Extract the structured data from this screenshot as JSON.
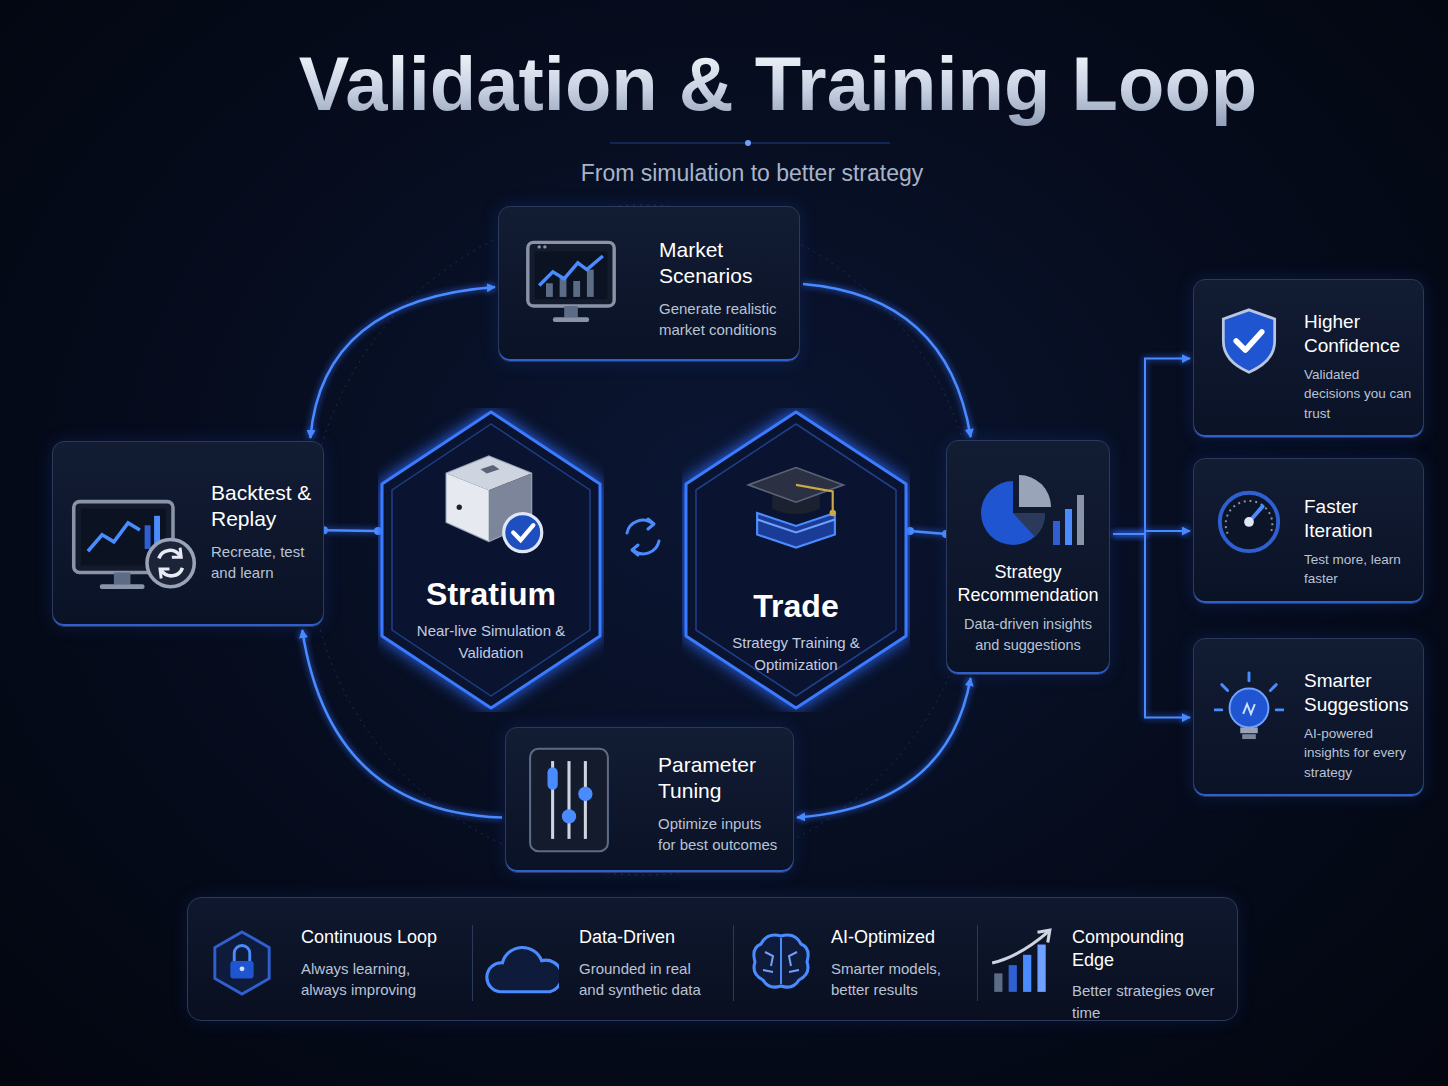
{
  "diagram": {
    "title": "Validation & Training Loop",
    "nodes": [
      {
        "text": [
          "Market Scenarios",
          "Generate realistic market conditions"
        ]
      },
      {
        "text": [
          "Backtest & Replay",
          "Recreate, test and learn"
        ]
      },
      {
        "text": [
          "Stratium",
          "Near-live Simulation & Validation"
        ]
      },
      {
        "text": [
          "Trade",
          "Strategy Training & Optimization"
        ]
      },
      {
        "text": [
          "Strategy Recommendation",
          "Data-driven insights and suggestions"
        ]
      },
      {
        "text": [
          "Higher Confidence",
          "Validated decisions you can trust"
        ]
      },
      {
        "text": [
          "Faster Iteration",
          "Test more, learn faster"
        ]
      },
      {
        "text": [
          "Smarter Suggestions",
          "AI-powered insights for every strategy"
        ]
      },
      {
        "text": [
          "Parameter Tuning",
          "Optimize inputs for best outcomes"
        ]
      },
      {
        "text": [
          "Continuous Loop",
          "Always learning, always improving"
        ]
      },
      {
        "text": [
          "Data-Driven",
          "Grounded in real and synthetic data"
        ]
      },
      {
        "text": [
          "AI-Optimized",
          "Smarter models, better results"
        ]
      },
      {
        "text": [
          "Compounding Edge",
          "Better strategies over time"
        ]
      }
    ],
    "edges": [
      {
        "from": 1,
        "to": 0,
        "arrow": "both"
      },
      {
        "from": 0,
        "to": 4,
        "arrow": "to"
      },
      {
        "from": 4,
        "to": 8,
        "arrow": "both"
      },
      {
        "from": 8,
        "to": 1,
        "arrow": "to"
      },
      {
        "from": 1,
        "to": 2,
        "arrow": "none"
      },
      {
        "from": 3,
        "to": 4,
        "arrow": "none"
      },
      {
        "from": 4,
        "to": 5,
        "arrow": "to"
      },
      {
        "from": 4,
        "to": 6,
        "arrow": "to"
      },
      {
        "from": 4,
        "to": 7,
        "arrow": "to"
      }
    ],
    "labels": [
      "From simulation to better strategy"
    ]
  }
}
